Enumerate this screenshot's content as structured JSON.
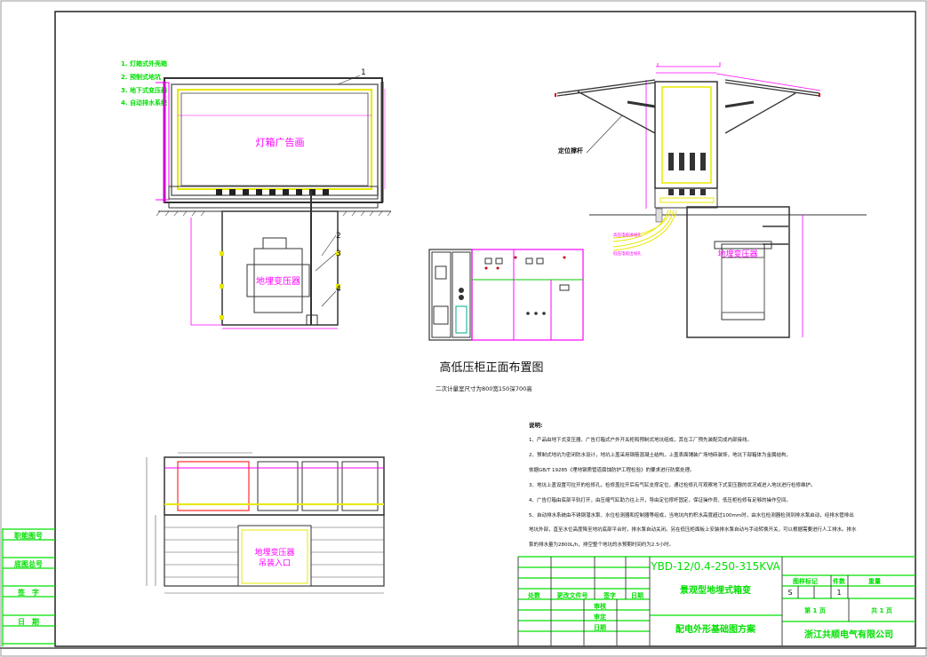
{
  "legend": [
    "1. 灯箱式外壳箱",
    "2. 预制式地坑",
    "3. 地下式变压器",
    "4. 自动排水系统"
  ],
  "front_view": {
    "panel_label": "灯箱广告画",
    "transformer_label": "地埋变压器",
    "callouts": [
      "1",
      "2",
      "3",
      "4"
    ]
  },
  "cabinet_view": {
    "title": "高低压柜正面布置图",
    "subtitle": "二次计量室尺寸为800宽150深700高"
  },
  "side_view": {
    "strut_label": "定位撑杆",
    "transformer_label": "地埋变压器",
    "cable_labels": [
      "高压电缆进线孔",
      "低压电缆出线孔"
    ]
  },
  "pit_view": {
    "opening_label_1": "地埋变压器",
    "opening_label_2": "吊装入口"
  },
  "notes": {
    "heading": "说明:",
    "lines": [
      "1、产品由地下式变压器、广告灯箱式户外开关柜和预制式地坑组成，其在工厂预先装配完成内部接线。",
      "2、预制式地坑为密闭防水设计，地坑上盖采用钢筋混凝土结构，上盖表面铺装广场地砖装饰，地坑下部箱体为金属结构，",
      "依据GB/T 19285《埋地钢质管道腐蚀防护工程检验》的要求进行防腐处理。",
      "3、地坑上盖设置可拉开的检修孔，检修盖拉开后有气缸支撑定位，通过检修孔可观察地下式变压器的状况或进入地坑进行检修维护。",
      "4、广告灯箱由底部平轨打开，由压缩气缸助力往上开，导由定位撑杆固定，保证操作员、低压柜检修有足够的操作空间。",
      "5、自动排水系统由不锈钢潜水泵、水位检测器和控制器等组成，当地坑内的积水高度超过100mm时，由水位检测器检测到排水泵启动，经排水管排出",
      "地坑外部，直至水位高度降至地坑底部平台时，排水泵自动关闭。另在低压柜面板上安装排水泵自动与手动转换开关，可以根据需要进行人工排水。排水",
      "泵的排水量为2800L/h，排空整个地坑的水预期时间约为2.5小时。"
    ]
  },
  "title_block": {
    "model": "YBD-12/0.4-250-315KVA",
    "product_name": "景观型地埋式箱变",
    "drawing_name": "配电外形基础图方案",
    "company": "浙江共顺电气有限公司",
    "stage_label": "图样标记",
    "quantity_label": "件数",
    "weight_label": "重量",
    "stage_value": "S",
    "quantity_value": "1",
    "page": "第 1 页",
    "total_pages": "共 1 页",
    "revision_headers": [
      "处数",
      "更改文件号",
      "签字",
      "日期"
    ],
    "approval_rows": [
      "审核",
      "审定",
      "日期"
    ]
  },
  "margin": {
    "labels": [
      "职能图号",
      "底图总号",
      "签　字",
      "日　期"
    ]
  }
}
